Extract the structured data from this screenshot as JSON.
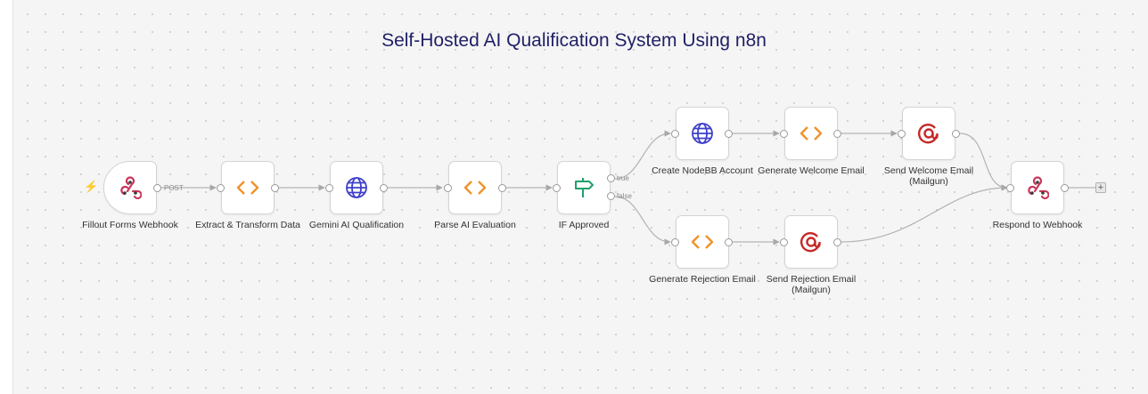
{
  "canvas": {
    "title": "Self-Hosted AI Qualification System Using n8n"
  },
  "nodes": {
    "fillout": {
      "label": "Fillout Forms Webhook",
      "icon": "webhook-icon"
    },
    "extract": {
      "label": "Extract & Transform Data",
      "icon": "code-icon"
    },
    "gemini": {
      "label": "Gemini AI Qualification",
      "icon": "globe-icon"
    },
    "parse": {
      "label": "Parse AI Evaluation",
      "icon": "code-icon"
    },
    "if_approved": {
      "label": "IF Approved",
      "icon": "signpost-icon"
    },
    "create_account": {
      "label": "Create NodeBB Account",
      "icon": "globe-icon"
    },
    "gen_welcome": {
      "label": "Generate Welcome Email",
      "icon": "code-icon"
    },
    "send_welcome": {
      "label": "Send Welcome Email\n(Mailgun)",
      "icon": "mailgun-icon"
    },
    "gen_rejection": {
      "label": "Generate Rejection Email",
      "icon": "code-icon"
    },
    "send_rejection": {
      "label": "Send Rejection Email\n(Mailgun)",
      "icon": "mailgun-icon"
    },
    "respond": {
      "label": "Respond to Webhook",
      "icon": "webhook-icon"
    }
  },
  "edge_labels": {
    "post": "POST",
    "true": "true",
    "false": "false"
  },
  "add_button": "+",
  "colors": {
    "code": "#f0932a",
    "globe": "#3d3fc9",
    "if": "#20a06a",
    "mailgun": "#c62828",
    "webhook": "#c9375a",
    "trigger_bolt": "#ff6d5a"
  }
}
